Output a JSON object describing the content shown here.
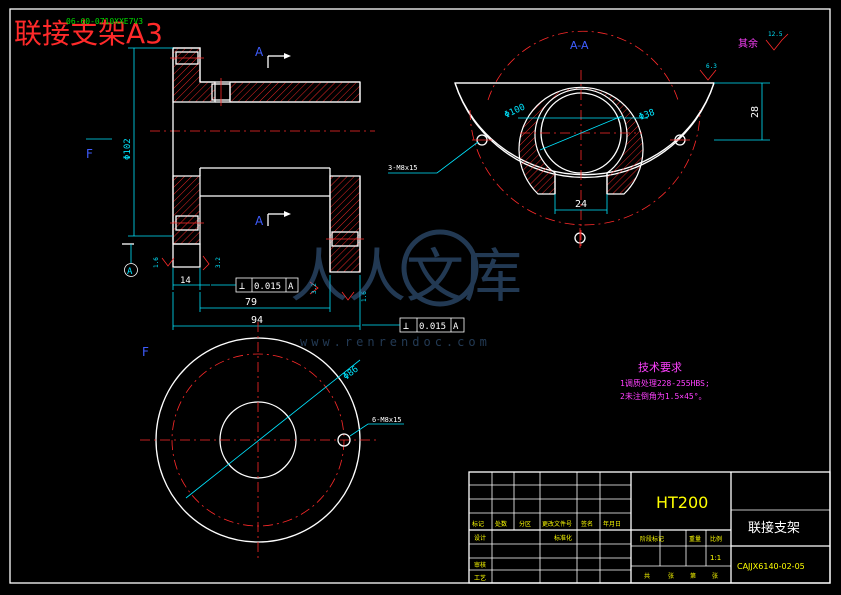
{
  "title": "联接支架A3",
  "top_stamp": "06-60-0710XXE7V3",
  "section_label": "A-A",
  "section_marker": "A",
  "view_arrow_label": "F",
  "datum_label": "A",
  "roughness_others": "其余",
  "roughness_others_value": "12.5",
  "roughness_values": [
    "6.3",
    "1.6",
    "3.2",
    "3.2",
    "1.6",
    "1.6"
  ],
  "dims": {
    "d102": "Φ102",
    "d14": "14",
    "d79": "79",
    "d94": "94",
    "d100": "Φ100",
    "d38": "Φ38",
    "d28": "28",
    "d24": "24",
    "holes_3": "3-M8x15",
    "d86": "Φ86",
    "holes_6": "6-M8x15"
  },
  "tolerance_1": {
    "symbol": "⊥",
    "value": "0.015",
    "datum": "A"
  },
  "tolerance_2": {
    "symbol": "⊥",
    "value": "0.015",
    "datum": "A"
  },
  "tech_req": {
    "title": "技术要求",
    "line1": "1调质处理228-255HBS;",
    "line2": "2未注倒角为1.5×45°。"
  },
  "watermark": {
    "cn": "人人文库",
    "url": "www.renrendoc.com"
  },
  "title_block": {
    "material": "HT200",
    "part_name": "联接支架",
    "drawing_no": "CAJJX6140-02-05",
    "row_labels": [
      "标记",
      "处数",
      "分区",
      "更改文件号",
      "签名",
      "年月日"
    ],
    "left_labels": [
      "设计",
      "审核",
      "工艺"
    ],
    "std_label": "标准化",
    "right_headers": [
      "阶段标记",
      "重量",
      "比例"
    ],
    "scale": "1:1",
    "sheet_row": [
      "共",
      "张",
      "第",
      "张"
    ]
  }
}
